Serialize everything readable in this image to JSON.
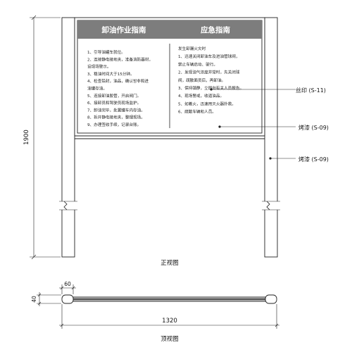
{
  "panel": {
    "left_title": "卸油作业指南",
    "right_title": "应急指南",
    "left_items": [
      "1、引导油罐车就位。",
      "2、连接静电接地夹，准备消防器材，",
      "   设现场警示。",
      "3、稳油时间大于15分钟。",
      "4、检查铅封，油品，确认밤非和进",
      "   油罐存油。",
      "5、连接卸油胶管，开启阀门。",
      "6、接卸员和驾驶员现场监护。",
      "7、卸油完毕，处置罐车内存油。",
      "8、拆开静电接地夹，整理现场。",
      "9、办理签收手续，记录台账。"
    ],
    "right_items": [
      "发生卸漏火灾时",
      "1、迅速关闭卸油车及进油管球阀，",
      "   禁止车辆启动、驶行。",
      "2、发现油气浓度并常时，先关闭球",
      "   阀，疏散面员后，再卸油。",
      "3、保持镇静，立即向有关人员报告。",
      "4、现场警戒，收逼油品。",
      "5、如着火，迅速用灭火器扑救。",
      "6、疏散车辆和人员。"
    ]
  },
  "callouts": [
    {
      "label": "丝印 (S-11)"
    },
    {
      "label": "烤漆 (S-09)"
    },
    {
      "label": "烤漆 (S-09)"
    }
  ],
  "dimensions": {
    "height": "1900",
    "top_width": "60",
    "top_depth": "40",
    "total_width": "1320"
  },
  "views": {
    "front": "正视图",
    "top": "顶视图"
  },
  "colors": {
    "title_bar": "#7d7d7d",
    "line": "#222222",
    "post_fill": "#ffffff"
  }
}
